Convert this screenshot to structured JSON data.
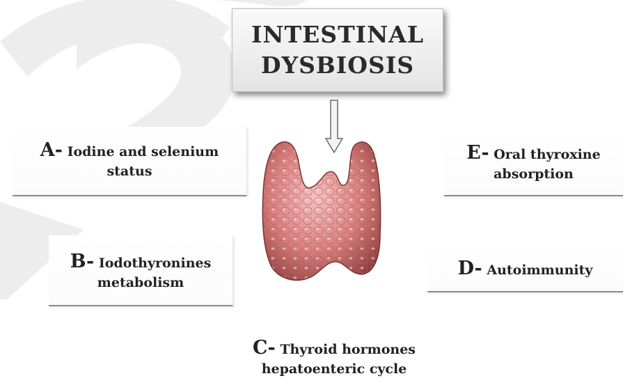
{
  "title": {
    "line1": "INTESTINAL",
    "line2": "DYSBIOSIS"
  },
  "items": [
    {
      "letter": "A-",
      "line1": "Iodine and selenium",
      "line2": "status"
    },
    {
      "letter": "B-",
      "line1": "Iodothyronines",
      "line2": "metabolism"
    },
    {
      "letter": "C-",
      "line1": "Thyroid hormones",
      "line2": "hepatoenteric cycle"
    },
    {
      "letter": "D-",
      "line1": "Autoimmunity"
    },
    {
      "letter": "E-",
      "line1": "Oral thyroxine",
      "line2": "absorption"
    }
  ],
  "colors": {
    "watermark": "#eeeeee",
    "gland": "#d98a8a",
    "arrow": "#f2f2f2"
  },
  "icons": {
    "arrow": "down-arrow-icon",
    "gland": "thyroid-gland-illustration"
  }
}
